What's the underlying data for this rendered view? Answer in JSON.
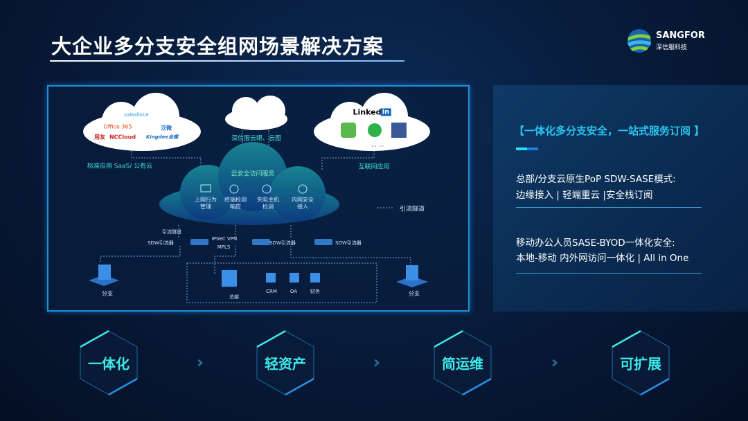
{
  "title": "大企业多分支安全组网场景解决方案",
  "logo": {
    "name": "SANGFOR",
    "sub": "深信服科技"
  },
  "diagram": {
    "saas_cloud": {
      "apps": [
        "salesforce",
        "Office 365",
        "泛微",
        "用友",
        "NCCloud",
        "Kingdee金蝶"
      ],
      "label": "标准应用 SaaS/ 公有云"
    },
    "center_cloud": {
      "label": "深信服云眼、云图"
    },
    "internet_cloud": {
      "apps": [
        "Linked",
        "in"
      ],
      "ellipsis": "… …",
      "label": "互联网应用"
    },
    "security_cloud": {
      "title": "云安全访问服务",
      "services": [
        [
          "上网行为",
          "管理"
        ],
        [
          "终端检测",
          "响应"
        ],
        [
          "失陷主机",
          "检测"
        ],
        [
          "内网安全",
          "接入"
        ]
      ]
    },
    "legend": "引流隧道",
    "tunnel_label": "引流隧道",
    "device_label": "SDW引流器",
    "links": [
      "IPSEC VPN",
      "MPLS"
    ],
    "branch": "分支",
    "hq": "总部",
    "hq_systems": [
      "CRM",
      "OA",
      "财务"
    ]
  },
  "panel": {
    "heading": "【一体化多分支安全，一站式服务订阅 】",
    "items": [
      {
        "line1": "总部/分支云原生PoP SDW-SASE模式:",
        "line2": "边缘接入 | 轻端重云 |安全栈订阅"
      },
      {
        "line1": "移动办公人员SASE-BYOD一体化安全:",
        "line2": "本地-移动 内外网访问一体化 | All in One"
      }
    ]
  },
  "steps": [
    "一体化",
    "轻资产",
    "简运维",
    "可扩展"
  ],
  "colors": {
    "accent": "#3fe8e8",
    "frame": "#1f8fd6",
    "heading": "#29c5f0"
  }
}
